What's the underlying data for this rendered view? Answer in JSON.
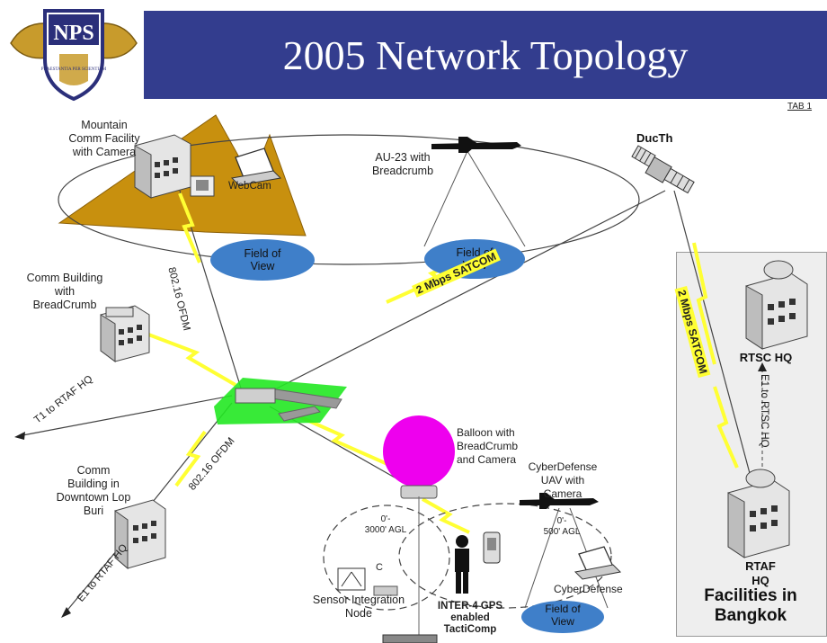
{
  "header": {
    "title": "2005 Network Topology",
    "tab": "TAB 1",
    "logo": {
      "text": "NPS",
      "motto": "PRAESTANTIA PER SCIENTIAM"
    }
  },
  "labels": {
    "mountain_facility": [
      "Mountain",
      "Comm Facility",
      "with Camera"
    ],
    "webcam": "WebCam",
    "au23": [
      "AU-23 with",
      "Breadcrumb"
    ],
    "field_of_view": [
      "Field of",
      "View"
    ],
    "ductn": "DucTh",
    "comm_building_breadcrumb": [
      "Comm Building",
      "with",
      "BreadCrumb"
    ],
    "link_80216_vertical": "802.16 OFDM",
    "link_80216_lower": "802.16 OFDM",
    "satcom_1": "2 Mbps SATCOM",
    "satcom_2": "2 Mbps SATCOM",
    "t1_rtaf": "T1 to RTAF HQ",
    "e1_rtaf": "E1 to RTAF HQ",
    "e1_rtsc": "E1 to RTSC HQ",
    "comm_building_downtown": [
      "Comm",
      "Building in",
      "Downtown Lop",
      "Buri"
    ],
    "balloon": [
      "Balloon with",
      "BreadCrumb",
      "and Camera"
    ],
    "cyberdefense_uav": [
      "CyberDefense",
      "UAV with",
      "Camera"
    ],
    "alt_3000": [
      "0'-",
      "3000' AGL"
    ],
    "alt_500": [
      "0'-",
      "500' AGL"
    ],
    "c_marker": "C",
    "sensor_node": [
      "Sensor Integration",
      "Node"
    ],
    "inter4": [
      "INTER-4 GPS",
      "enabled",
      "TactiComp"
    ],
    "cyberdefense_laptop": "CyberDefense",
    "rtsc_hq": "RTSC HQ",
    "rtaf_hq": [
      "RTAF",
      "HQ"
    ],
    "facilities": [
      "Facilities in",
      "Bangkok"
    ]
  },
  "colors": {
    "header_bg": "#333d8e",
    "mountain": "#c8900e",
    "ground_network": "#22e822",
    "balloon": "#ee00ee",
    "field_of_view": "#3f7fc9",
    "link_yellow": "#ffff33"
  }
}
